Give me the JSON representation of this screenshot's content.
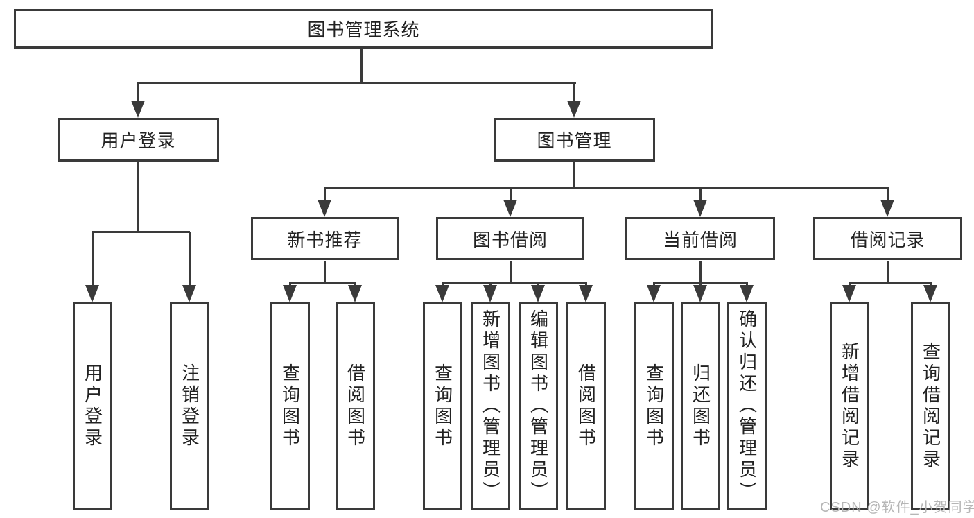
{
  "diagram_title": "图书管理系统",
  "nodes": {
    "root": "图书管理系统",
    "user_login": "用户登录",
    "book_mgmt": "图书管理",
    "new_book_rec": "新书推荐",
    "book_borrow": "图书借阅",
    "current_borrow": "当前借阅",
    "borrow_records": "借阅记录",
    "leaf_user_login": "用户登录",
    "leaf_logout": "注销登录",
    "leaf_query_book_1": "查询图书",
    "leaf_borrow_book_1": "借阅图书",
    "leaf_query_book_2": "查询图书",
    "leaf_add_book": "新增图书（管理员）",
    "leaf_edit_book": "编辑图书（管理员）",
    "leaf_borrow_book_2": "借阅图书",
    "leaf_query_book_3": "查询图书",
    "leaf_return_book": "归还图书",
    "leaf_confirm_return": "确认归还（管理员）",
    "leaf_add_record": "新增借阅记录",
    "leaf_query_record": "查询借阅记录"
  },
  "hierarchy": {
    "图书管理系统": {
      "用户登录": [
        "用户登录",
        "注销登录"
      ],
      "图书管理": {
        "新书推荐": [
          "查询图书",
          "借阅图书"
        ],
        "图书借阅": [
          "查询图书",
          "新增图书（管理员）",
          "编辑图书（管理员）",
          "借阅图书"
        ],
        "当前借阅": [
          "查询图书",
          "归还图书",
          "确认归还（管理员）"
        ],
        "借阅记录": [
          "新增借阅记录",
          "查询借阅记录"
        ]
      }
    }
  },
  "watermark": "CSDN @软件_小贺同学",
  "colors": {
    "line": "#3a3a3a",
    "box_border": "#3a3a3a",
    "text": "#222222",
    "background": "#ffffff",
    "watermark": "#b6b6b6"
  }
}
